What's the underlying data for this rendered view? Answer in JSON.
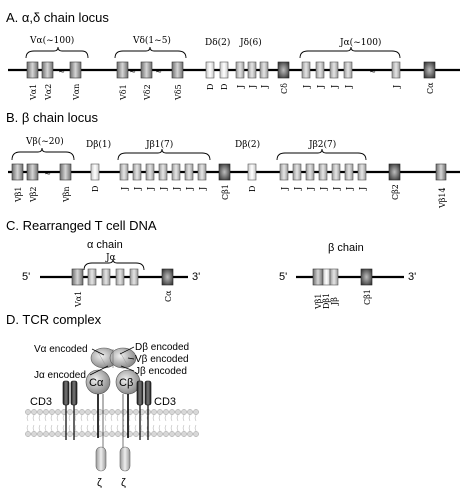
{
  "section_a": {
    "heading": "A. α,δ chain locus",
    "groups": {
      "va": "Vα(~100)",
      "vd": "Vδ(1~5)",
      "dd": "Dδ(2)",
      "jd": "Jδ(6)",
      "ja": "Jα(~100)"
    },
    "labels": {
      "va1": "Vα1",
      "va2": "Vα2",
      "van": "Vαn",
      "vd1": "Vδ1",
      "vd2": "Vδ2",
      "vd5": "Vδ5",
      "d": "D",
      "j": "J",
      "cd": "Cδ",
      "ca": "Cα"
    }
  },
  "section_b": {
    "heading": "B. β chain locus",
    "groups": {
      "vb": "Vβ(~20)",
      "db1": "Dβ(1)",
      "jb1": "Jβ1(7)",
      "db2": "Dβ(2)",
      "jb2": "Jβ2(7)"
    },
    "labels": {
      "vb1": "Vβ1",
      "vb2": "Vβ2",
      "vbn": "Vβn",
      "d": "D",
      "j": "J",
      "cb1": "Cβ1",
      "cb2": "Cβ2",
      "vb14": "Vβ14"
    }
  },
  "section_c": {
    "heading": "C. Rearranged T cell DNA",
    "alpha_title": "α chain",
    "beta_title": "β chain",
    "ja_group": "Jα",
    "five_prime": "5'",
    "three_prime": "3'",
    "labels": {
      "va1": "Vα1",
      "ca": "Cα",
      "vb1": "Vβ1",
      "db1": "Dβ1",
      "jb": "Jβ",
      "cb1": "Cβ1"
    }
  },
  "section_d": {
    "heading": "D. TCR complex",
    "labels": {
      "va_enc": "Vα encoded",
      "ja_enc": "Jα encoded",
      "db_enc": "Dβ encoded",
      "vb_enc": "Vβ encoded",
      "jb_enc": "Jβ encoded",
      "ca": "Cα",
      "cb": "Cβ",
      "cd3_left": "CD3",
      "cd3_right": "CD3",
      "zeta": "ζ"
    }
  },
  "colors": {
    "v_segment": "#8c8c8c",
    "d_segment": "#e2e2e2",
    "j_segment": "#b0b0b0",
    "c_segment": "#5a5a5a",
    "line": "#000000"
  }
}
